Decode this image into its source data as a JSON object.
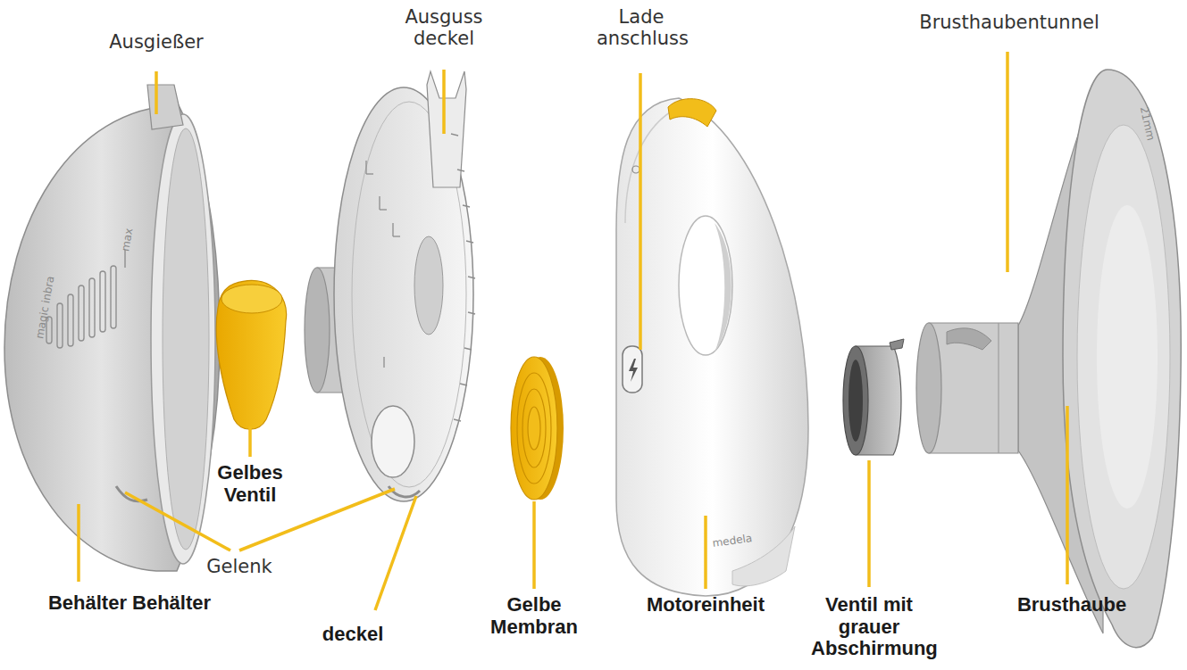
{
  "diagram": {
    "labels": [
      "Ausgießer",
      "Ausguss deckel",
      "Lade anschluss",
      "Brusthaubentunnel",
      "magic inbra",
      "max",
      "Gelbes Ventil",
      "Gelenk",
      "medela",
      "21mm",
      "Behälter Behälter",
      "deckel",
      "Gelbe Membran",
      "Motoreinheit",
      "Ventil mit grauer Abschirmung",
      "Brusthaube"
    ]
  }
}
